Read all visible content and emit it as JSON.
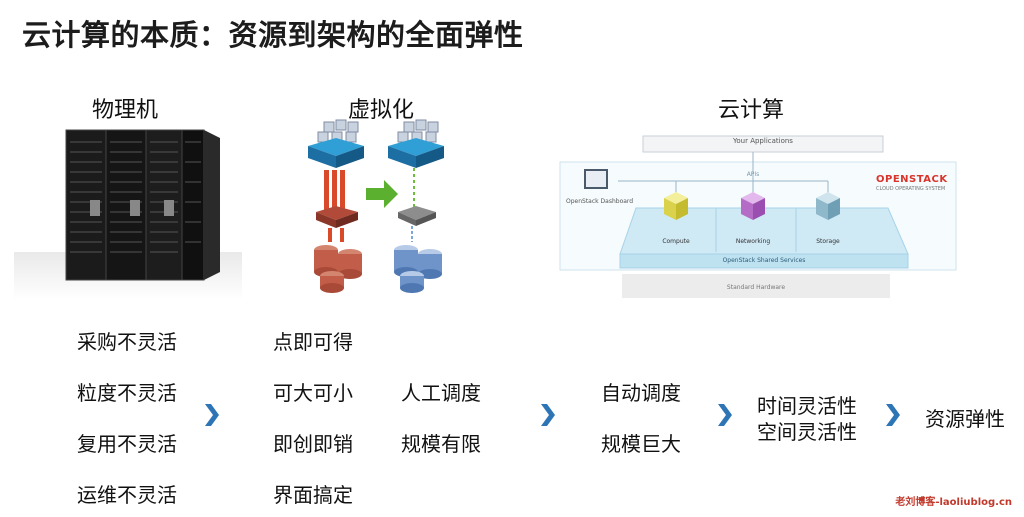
{
  "title": "云计算的本质：资源到架构的全面弹性",
  "columns": {
    "physical": "物理机",
    "virtual": "虚拟化",
    "cloud": "云计算"
  },
  "openstack": {
    "apps": "Your Applications",
    "apis": "APIs",
    "brand": "OPENSTACK",
    "brand_sub": "CLOUD OPERATING SYSTEM",
    "dashboard": "OpenStack Dashboard",
    "compute": "Compute",
    "networking": "Networking",
    "storage": "Storage",
    "shared": "OpenStack Shared Services",
    "hardware": "Standard Hardware"
  },
  "physical_items": [
    "采购不灵活",
    "粒度不灵活",
    "复用不灵活",
    "运维不灵活"
  ],
  "virtual_items": [
    "点即可得",
    "可大可小",
    "即创即销",
    "界面搞定"
  ],
  "manual_items": [
    "人工调度",
    "规模有限"
  ],
  "auto_items": [
    "自动调度",
    "规模巨大"
  ],
  "flex_items": [
    "时间灵活性",
    "空间灵活性"
  ],
  "result": "资源弹性",
  "watermark": "老刘博客-laoliublog.cn",
  "colors": {
    "arrow": "#2e75b6",
    "openstack_red": "#d9342b",
    "platform": "#cfe9f5"
  }
}
